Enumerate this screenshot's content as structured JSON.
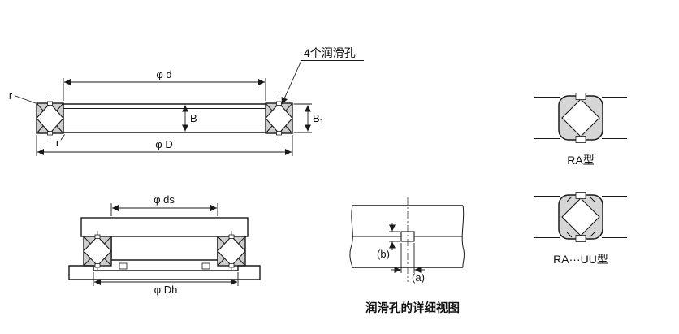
{
  "figure_top": {
    "callout": "4个润滑孔",
    "dim_d": "φ d",
    "dim_D": "φ D",
    "dim_B": "B",
    "dim_B1_base": "B",
    "dim_B1_sub": "1",
    "r_top": "r",
    "r_bottom": "r"
  },
  "figure_mount": {
    "dim_ds": "φ ds",
    "dim_Dh": "φ Dh"
  },
  "figure_detail": {
    "dim_b": "(b)",
    "dim_a": "(a)",
    "caption": "润滑孔的详细视图"
  },
  "figure_types": {
    "ra": "RA型",
    "rauu": "RA···UU型"
  },
  "colors": {
    "line": "#1a1a1a",
    "section_fill": "#cdcdcd",
    "symbol_fill": "#d6d6d6",
    "background": "#ffffff"
  }
}
